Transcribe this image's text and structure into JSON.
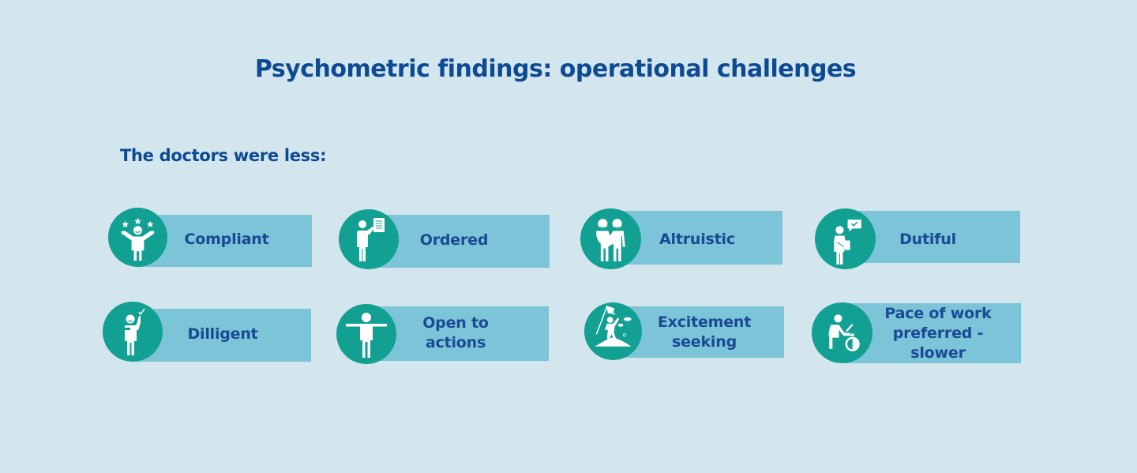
{
  "header": {
    "title": "Psychometric findings: operational challenges",
    "subtitle": "The doctors were less:"
  },
  "colors": {
    "background": "#d3e6ee",
    "heading": "#0e4a92",
    "bar": "#7cc4d8",
    "icon_circle": "#12a093",
    "label": "#1a4a94"
  },
  "traits": [
    {
      "label": "Compliant",
      "icon": "person-stars-icon"
    },
    {
      "label": "Ordered",
      "icon": "person-checklist-icon"
    },
    {
      "label": "Altruistic",
      "icon": "two-people-helping-icon"
    },
    {
      "label": "Dutiful",
      "icon": "person-message-check-icon"
    },
    {
      "label": "Dilligent",
      "icon": "person-checkmark-icon"
    },
    {
      "label": "Open to\nactions",
      "icon": "person-arms-open-icon"
    },
    {
      "label": "Excitement\nseeking",
      "icon": "climber-flag-icon"
    },
    {
      "label": "Pace of work\npreferred -\nslower",
      "icon": "person-desk-stopwatch-icon"
    }
  ]
}
